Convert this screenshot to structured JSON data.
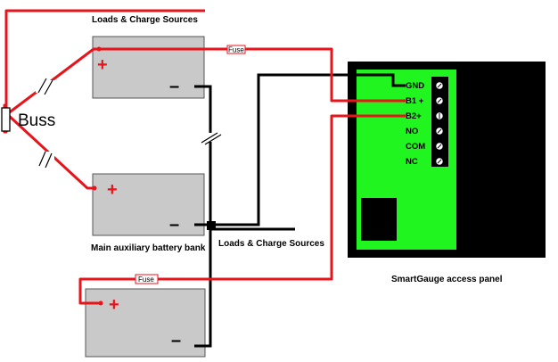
{
  "labels": {
    "loads_top": "Loads & Charge Sources",
    "loads_mid": "Loads & Charge Sources",
    "buss": "Buss",
    "main_bank": "Main auxiliary battery bank",
    "panel_caption": "SmartGauge access panel",
    "fuse_1": "Fuse",
    "fuse_2": "Fuse"
  },
  "battery_symbols": {
    "plus": "+",
    "minus": "–"
  },
  "terminals": [
    {
      "label": "GND"
    },
    {
      "label": "B1 +"
    },
    {
      "label": "B2+"
    },
    {
      "label": "NO"
    },
    {
      "label": "COM"
    },
    {
      "label": "NC"
    }
  ],
  "colors": {
    "positive_wire": "#e8141b",
    "negative_wire": "#000000",
    "battery_fill": "#c9c9c9",
    "panel_bg": "#000000",
    "board_green": "#20f520"
  }
}
